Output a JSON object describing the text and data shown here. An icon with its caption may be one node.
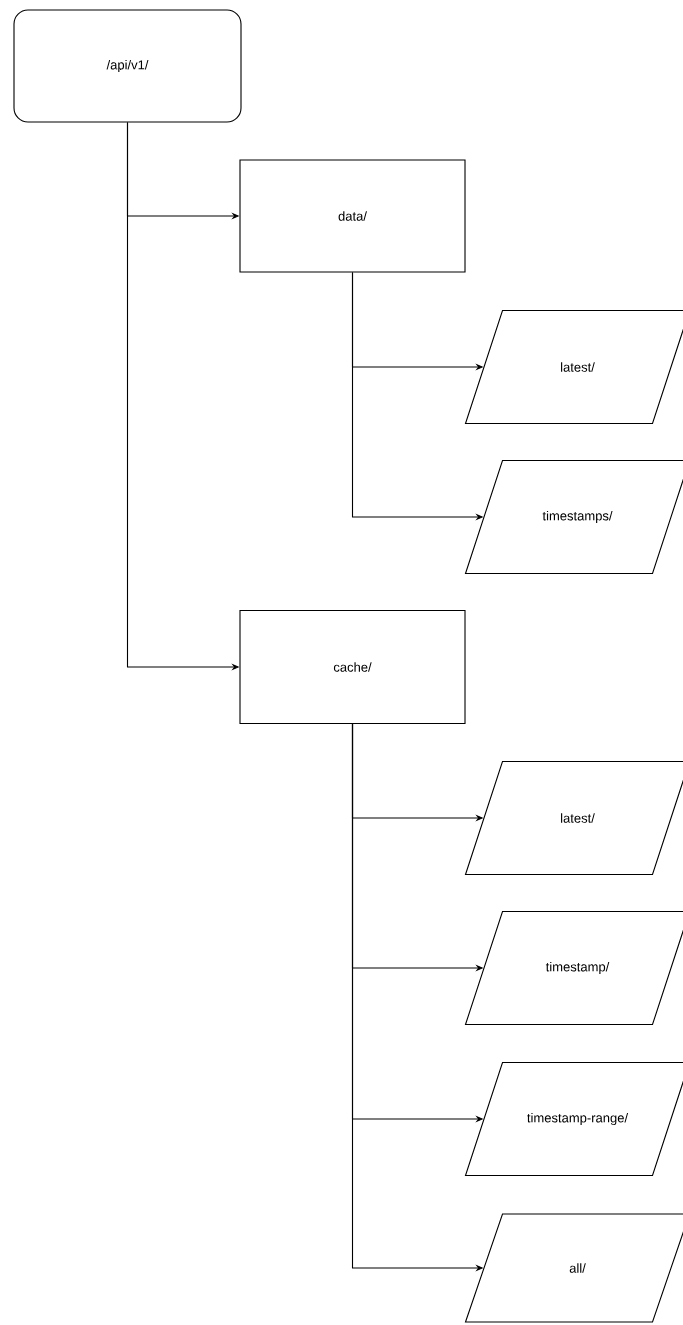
{
  "diagram": {
    "nodes": [
      {
        "text": [
          "/api/v1/"
        ]
      },
      {
        "text": [
          "data/"
        ]
      },
      {
        "text": [
          "latest/"
        ]
      },
      {
        "text": [
          "timestamps/"
        ]
      },
      {
        "text": [
          "cache/"
        ]
      },
      {
        "text": [
          "latest/"
        ]
      },
      {
        "text": [
          "timestamp/"
        ]
      },
      {
        "text": [
          "timestamp-range/"
        ]
      },
      {
        "text": [
          "all/"
        ]
      }
    ],
    "edges": [
      {
        "from": 0,
        "to": 1,
        "arrow": "to"
      },
      {
        "from": 0,
        "to": 4,
        "arrow": "to"
      },
      {
        "from": 1,
        "to": 2,
        "arrow": "to"
      },
      {
        "from": 1,
        "to": 3,
        "arrow": "to"
      },
      {
        "from": 4,
        "to": 5,
        "arrow": "to"
      },
      {
        "from": 4,
        "to": 6,
        "arrow": "to"
      },
      {
        "from": 4,
        "to": 7,
        "arrow": "to"
      },
      {
        "from": 4,
        "to": 8,
        "arrow": "to"
      }
    ]
  }
}
